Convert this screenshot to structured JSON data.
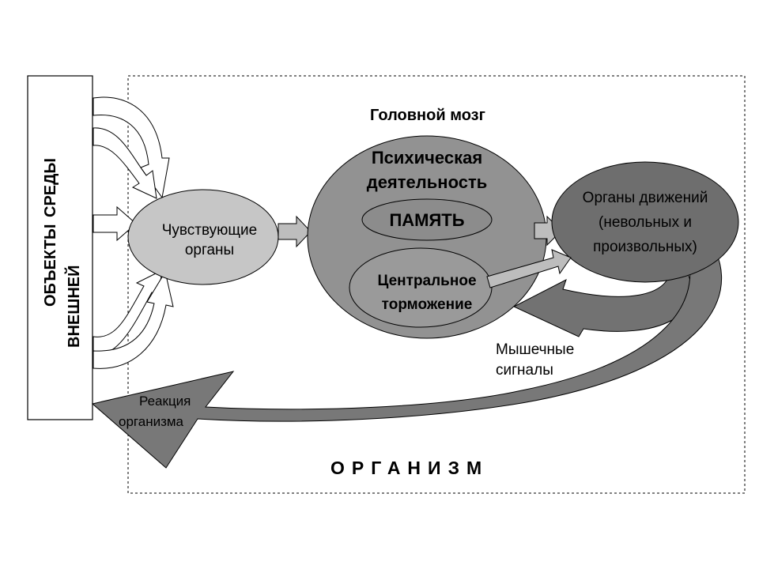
{
  "environment": {
    "line1": "ОБЪЕКТЫ",
    "line1_right": "СРЕДЫ",
    "line2": "ВНЕШНЕЙ"
  },
  "brain_title": "Головной мозг",
  "psychic": {
    "line1": "Психическая",
    "line2": "деятельность"
  },
  "memory": "ПАМЯТЬ",
  "inhibition": {
    "line1": "Центральное",
    "line2": "торможение"
  },
  "senses": {
    "line1": "Чувствующие",
    "line2": "органы"
  },
  "motor": {
    "line1": "Органы движений",
    "line2": "(невольных и",
    "line3": "произвольных)"
  },
  "muscle_signals": {
    "line1": "Мышечные",
    "line2": "сигналы"
  },
  "reaction": {
    "line1": "Реакция",
    "line2": "организма"
  },
  "organism": "ОРГАНИЗМ",
  "colors": {
    "brain_fill": "#929292",
    "memory_fill": "#8c8c8c",
    "inhibition_fill": "#9a9a9a",
    "senses_fill": "#c6c6c6",
    "motor_fill": "#6e6e6e",
    "arrow_fill": "#bdbdbd",
    "loop_fill": "#727272",
    "reaction_fill": "#787878"
  }
}
